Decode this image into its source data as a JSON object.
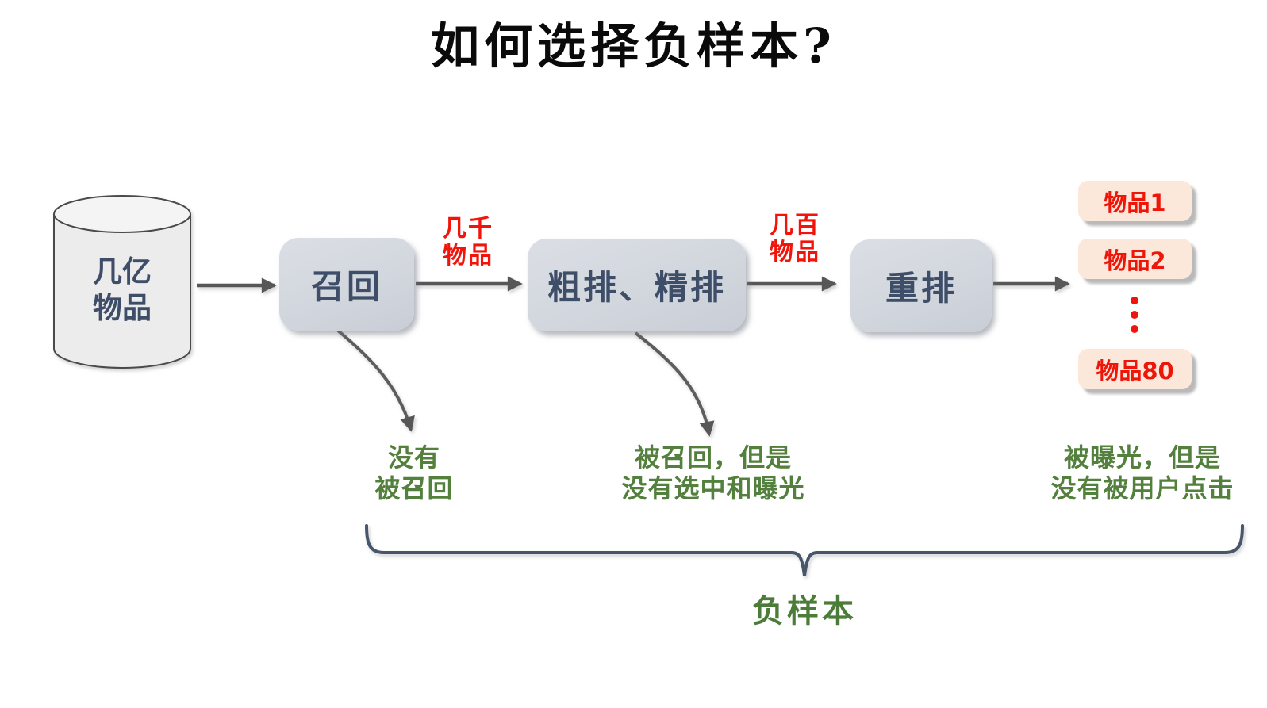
{
  "title": "如何选择负样本?",
  "source": {
    "line1": "几亿",
    "line2": "物品"
  },
  "stages": [
    {
      "label": "召回"
    },
    {
      "label": "粗排、精排"
    },
    {
      "label": "重排"
    }
  ],
  "edges": [
    {
      "line1": "几千",
      "line2": "物品"
    },
    {
      "line1": "几百",
      "line2": "物品"
    }
  ],
  "outputs": {
    "items": [
      "物品1",
      "物品2",
      "物品80"
    ]
  },
  "notes": [
    {
      "line1": "没有",
      "line2": "被召回"
    },
    {
      "line1": "被召回，但是",
      "line2": "没有选中和曝光"
    },
    {
      "line1": "被曝光，但是",
      "line2": "没有被用户点击"
    }
  ],
  "brace_label": "负样本",
  "colors": {
    "accent_red": "#f2140a",
    "accent_green": "#54803d",
    "stage_text_navy": "#3e4d68",
    "stage_fill": "#d2d6dd",
    "item_fill": "#fce8db",
    "arrow_gray": "#575757",
    "brace_slate": "#47566b",
    "cylinder_fill": "#ececec"
  }
}
